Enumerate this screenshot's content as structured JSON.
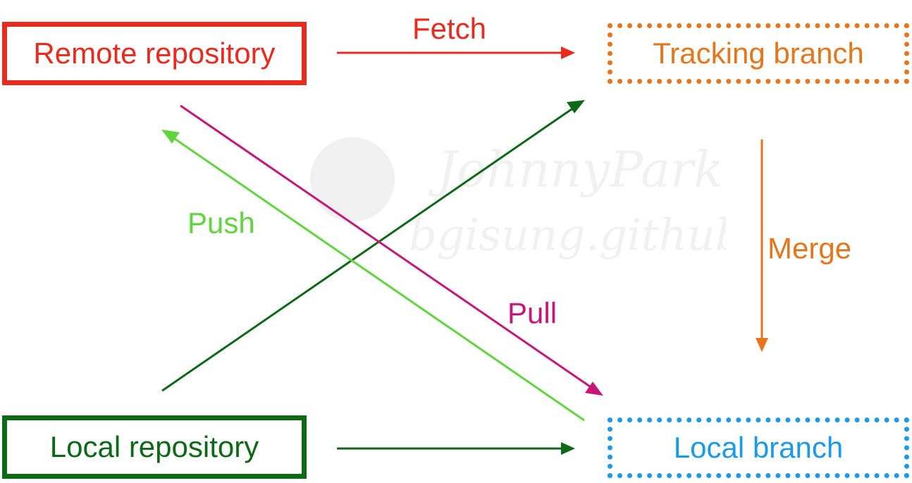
{
  "nodes": {
    "remote_repository": {
      "label": "Remote repository",
      "color": "#ea2a1c"
    },
    "tracking_branch": {
      "label": "Tracking branch",
      "color": "#e8751a"
    },
    "local_repository": {
      "label": "Local repository",
      "color": "#0c6a14"
    },
    "local_branch": {
      "label": "Local branch",
      "color": "#1a9be8"
    }
  },
  "edges": {
    "fetch": {
      "label": "Fetch",
      "color": "#ea2a1c"
    },
    "push": {
      "label": "Push",
      "color": "#5ed63c"
    },
    "pull": {
      "label": "Pull",
      "color": "#c8157a"
    },
    "merge": {
      "label": "Merge",
      "color": "#e8751a"
    },
    "commit": {
      "color": "#0c6a14"
    }
  },
  "watermark": {
    "text_line1": "JohnnyPark",
    "text_line2": "bgisung.github.io"
  }
}
